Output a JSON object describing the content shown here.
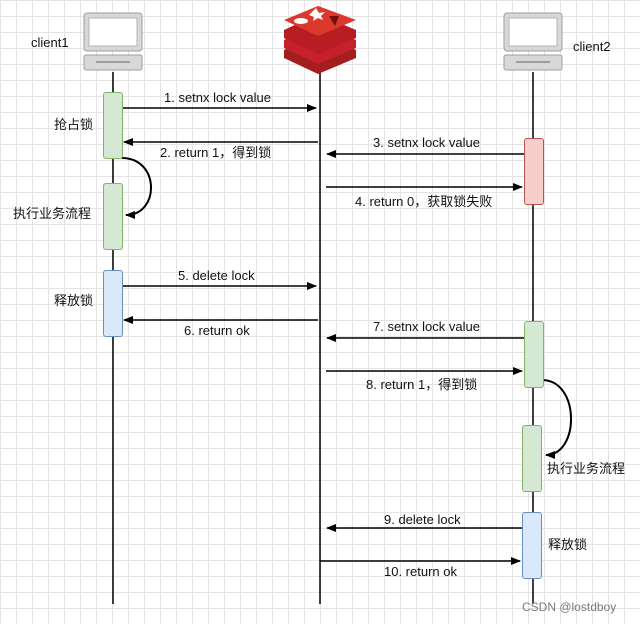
{
  "participants": {
    "client1": "client1",
    "client2": "client2"
  },
  "activations": {
    "c1_acquire": "抢占锁",
    "c1_business": "执行业务流程",
    "c1_release": "释放锁",
    "c2_business": "执行业务流程",
    "c2_release": "释放锁"
  },
  "messages": {
    "m1": "1. setnx lock value",
    "m2": "2. return 1，得到锁",
    "m3": "3. setnx lock value",
    "m4": "4. return 0，获取锁失败",
    "m5": "5. delete lock",
    "m6": "6. return ok",
    "m7": "7. setnx lock value",
    "m8": "8. return 1，得到锁",
    "m9": "9. delete lock",
    "m10": "10. return ok"
  },
  "watermark": "CSDN @lostdboy",
  "colors": {
    "redis_red": "#c8202b",
    "activation_green": "#d5e8d4",
    "activation_blue": "#dae8fc",
    "activation_red": "#f8cecc"
  },
  "icons": {
    "client_icon": "desktop-computer-icon",
    "server_icon": "redis-logo-icon"
  }
}
